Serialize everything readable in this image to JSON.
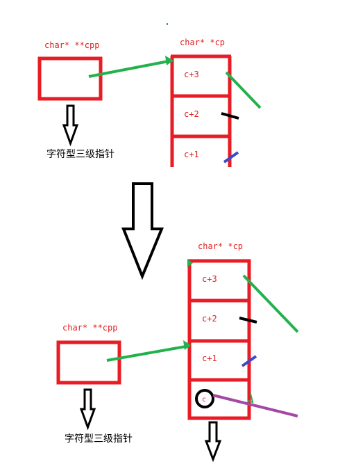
{
  "top": {
    "cpp_label": "char* **cpp",
    "cp_label": "char* *cp",
    "cells": [
      "c+3",
      "c+2",
      "c+1"
    ],
    "caption": "字符型三级指针"
  },
  "bottom": {
    "cpp_label": "char* **cpp",
    "cp_label": "char* *cp",
    "cells": [
      "c+3",
      "c+2",
      "c+1",
      "c"
    ],
    "caption": "字符型三级指针"
  },
  "colors": {
    "box": "#e81c24",
    "label": "#e0201f",
    "green": "#22b14c",
    "black": "#000000",
    "blue": "#3f48cc",
    "purple": "#a349a4"
  }
}
